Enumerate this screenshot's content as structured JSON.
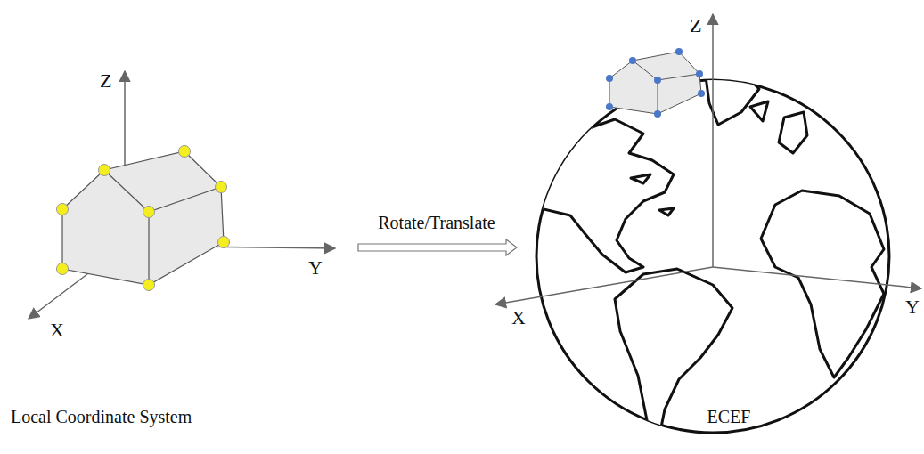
{
  "diagram": {
    "labels": [
      "Z",
      "Y",
      "X",
      "Rotate/Translate",
      "Z",
      "X",
      "Y",
      "Local Coordinate System",
      "ECEF"
    ]
  }
}
